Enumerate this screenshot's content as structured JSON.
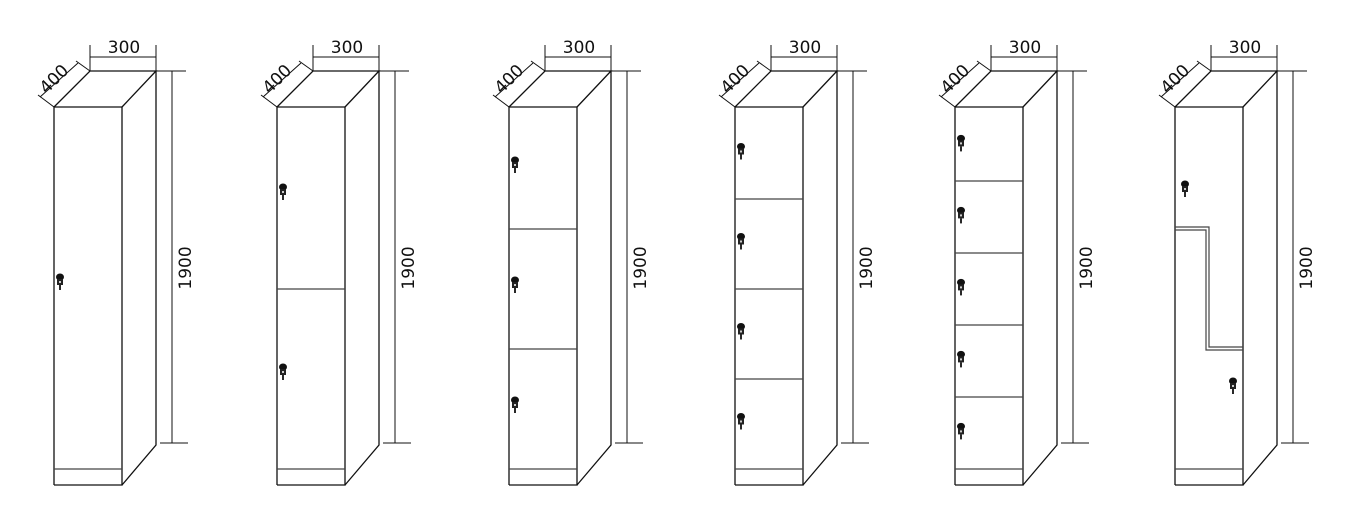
{
  "lockers": [
    {
      "doors": 1,
      "type": "full",
      "width": "300",
      "depth": "400",
      "height": "1900"
    },
    {
      "doors": 2,
      "type": "tier",
      "width": "300",
      "depth": "400",
      "height": "1900"
    },
    {
      "doors": 3,
      "type": "tier",
      "width": "300",
      "depth": "400",
      "height": "1900"
    },
    {
      "doors": 4,
      "type": "tier",
      "width": "300",
      "depth": "400",
      "height": "1900"
    },
    {
      "doors": 5,
      "type": "tier",
      "width": "300",
      "depth": "400",
      "height": "1900"
    },
    {
      "doors": 2,
      "type": "z-door",
      "width": "300",
      "depth": "400",
      "height": "1900"
    }
  ],
  "icons": {
    "lock": "key-lock-icon"
  }
}
